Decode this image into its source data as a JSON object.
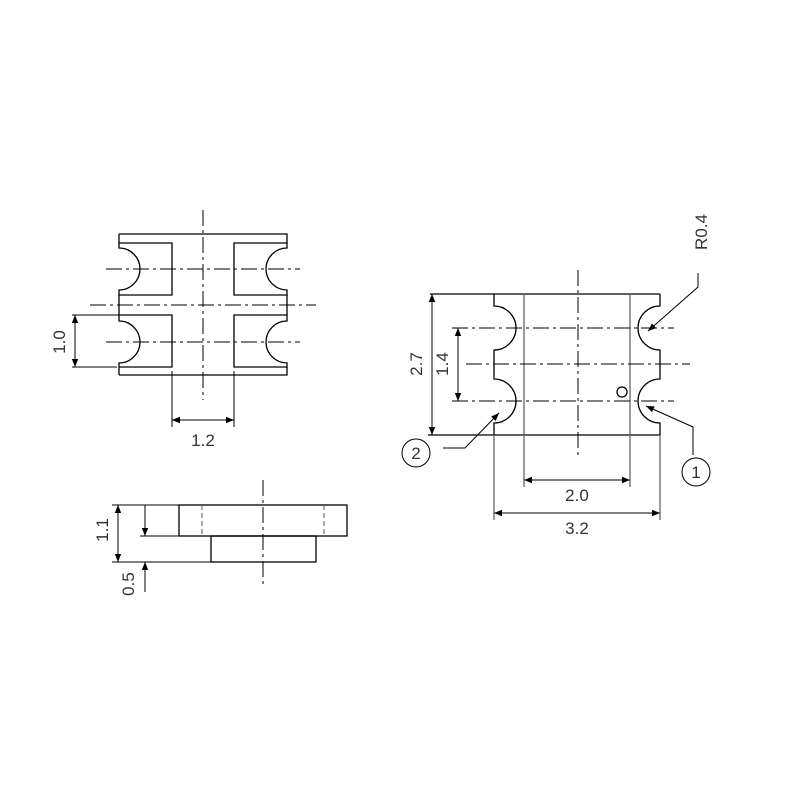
{
  "top_view": {
    "dim_pitch": "1.0",
    "dim_gap": "1.2"
  },
  "side_view": {
    "dim_height": "1.1",
    "dim_standoff": "0.5"
  },
  "bottom_view": {
    "dim_height": "2.7",
    "dim_pitch": "1.4",
    "dim_inner_width": "2.0",
    "dim_width": "3.2",
    "dim_radius": "R0.4",
    "pin1_label": "1",
    "pin2_label": "2"
  }
}
